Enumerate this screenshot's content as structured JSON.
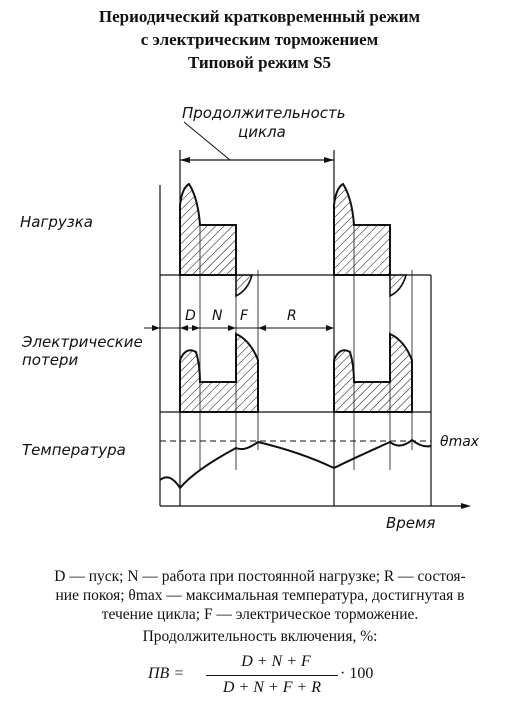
{
  "title": {
    "line1": "Периодический кратковременный режим",
    "line2": "с электрическим торможением",
    "line3": "Типовой режим S5"
  },
  "diagram": {
    "cycle_label_1": "Продолжительность",
    "cycle_label_2": "цикла",
    "row_load": "Нагрузка",
    "row_losses_1": "Электрические",
    "row_losses_2": "потери",
    "row_temp": "Температура",
    "seg_d": "D",
    "seg_n": "N",
    "seg_f": "F",
    "seg_r": "R",
    "theta_max": "θmax",
    "time": "Время"
  },
  "legend": {
    "line1": "D — пуск; N — работа при постоянной нагрузке; R — состоя-",
    "line2": "ние покоя;  θmax — максимальная температура, достигнутая в",
    "line3": "течение цикла;  F — электрическое торможение.",
    "line4": "Продолжительность включения, %:"
  },
  "formula": {
    "lhs": "ПВ =",
    "numerator": "D + N + F",
    "denominator": "D + N + F + R",
    "multiplier": "· 100"
  }
}
